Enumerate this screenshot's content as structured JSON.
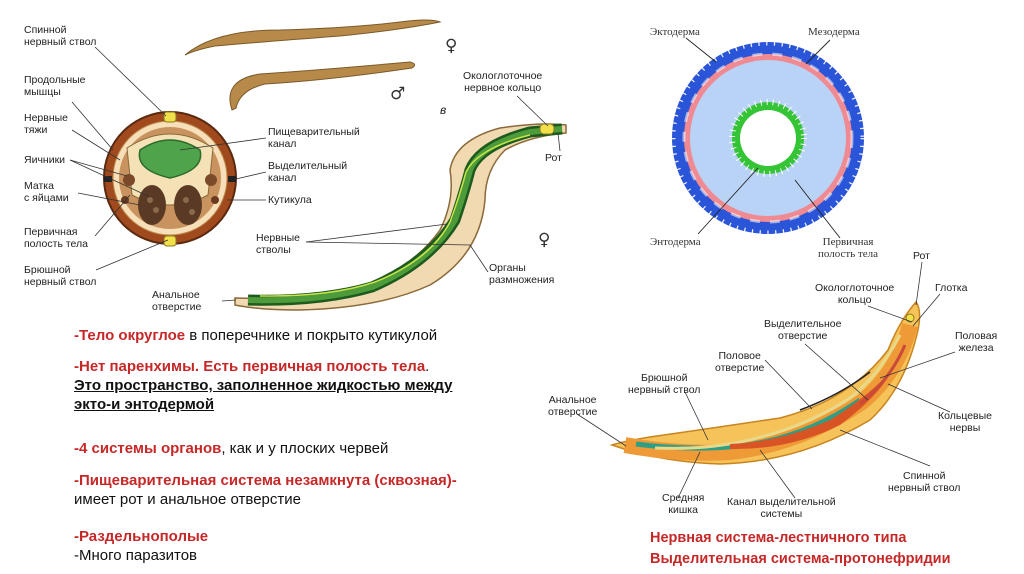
{
  "cross_section": {
    "labels": {
      "spinal_nerve": "Спинной\nнервный ствол",
      "longitudinal_muscles": "Продольные\nмышцы",
      "nerve_cords": "Нервные\nтяжи",
      "ovaries": "Яичники",
      "uterus": "Матка\nс яйцами",
      "primary_cavity": "Первичная\nполость тела",
      "ventral_nerve": "Брюшной\nнервный ствол",
      "digestive_canal": "Пищеварительный\nканал",
      "excretory_canal": "Выделительный\nканал",
      "cuticle": "Кутикула"
    }
  },
  "worm_figure": {
    "female_symbol": "♀",
    "male_symbol": "♂",
    "panel_letter": "в",
    "labels": {
      "perioral_ring": "Окологлоточное\nнервное кольцо",
      "mouth": "Рот",
      "nerve_trunks": "Нервные\nстволы",
      "reproductive_organs": "Органы\nразмножения",
      "anal_opening": "Анальное\nотверстие"
    }
  },
  "germ_layers": {
    "labels": {
      "ectoderm": "Эктодерма",
      "mesoderm": "Мезодерма",
      "endoderm": "Энтодерма",
      "primary_cavity": "Первичная\nполость тела"
    },
    "colors": {
      "ectoderm": "#2a55d8",
      "mesoderm": "#ef8a93",
      "cavity": "#b9d3f6",
      "endoderm": "#35c435"
    }
  },
  "anatomy": {
    "labels": {
      "mouth": "Рот",
      "perioral_ring": "Окологлоточное\nкольцо",
      "pharynx": "Глотка",
      "excretory_opening": "Выделительное\nотверстие",
      "genital_opening": "Половое\nотверстие",
      "gonad": "Половая\nжелеза",
      "ventral_nerve": "Брюшной\nнервный ствол",
      "anal_opening": "Анальное\nотверстие",
      "ring_nerves": "Кольцевые\nнервы",
      "dorsal_nerve": "Спинной\nнервный ствол",
      "midgut": "Средняя\nкишка",
      "excretory_canal": "Канал выделительной\nсистемы"
    }
  },
  "text": {
    "p1_red": "-Тело округлое",
    "p1_rest": " в поперечнике и покрыто кутикулой",
    "p2_red": "-Нет паренхимы. Есть первичная полость тела",
    "p2_rest": ".",
    "p2_ul": "Это пространство, заполненное жидкостью между\nэкто-и энтодермой",
    "p3_red": "-4 системы органов",
    "p3_rest": ", как и у плоских червей",
    "p4_red": "-Пищеварительная система незамкнута (сквозная)-",
    "p4_rest": "имеет рот и анальное отверстие",
    "p5_red": "-Раздельнополые",
    "p5_rest": "-Много паразитов",
    "bottom1": "Нервная система-лестничного типа",
    "bottom2": "Выделительная система-протонефридии"
  }
}
